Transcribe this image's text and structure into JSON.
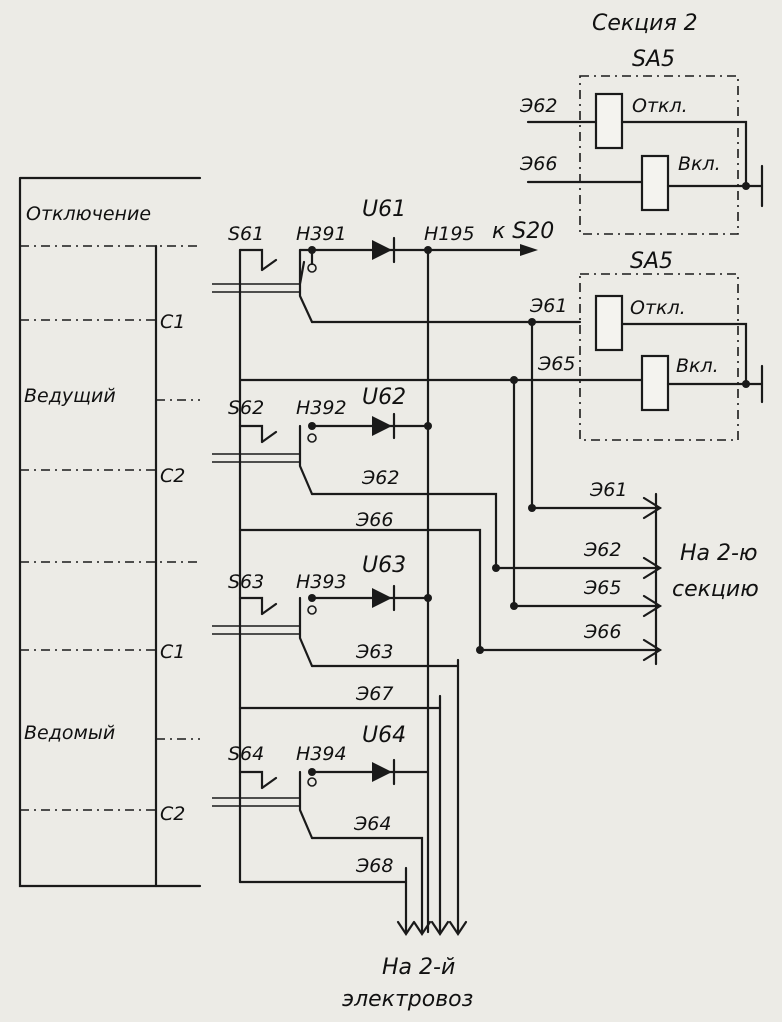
{
  "section2": {
    "title": "Секция 2",
    "switch": "SA5"
  },
  "relays": [
    {
      "label": "SA5",
      "off": "Откл.",
      "on": "Вкл.",
      "wire_off": "Э62",
      "wire_on": "Э66"
    },
    {
      "label": "SA5",
      "off": "Откл.",
      "on": "Вкл.",
      "wire_off": "Э61",
      "wire_on": "Э65"
    }
  ],
  "modes": {
    "disconnect": "Отключение",
    "leading": "Ведущий",
    "driven": "Ведомый"
  },
  "contacts": [
    {
      "switch": "S61",
      "wire": "Н391",
      "diode": "U61",
      "position": "C1"
    },
    {
      "switch": "S62",
      "wire": "Н392",
      "diode": "U62",
      "position": "C2"
    },
    {
      "switch": "S63",
      "wire": "Н393",
      "diode": "U63",
      "position": "C1"
    },
    {
      "switch": "S64",
      "wire": "Н394",
      "diode": "U64",
      "position": "C2"
    }
  ],
  "bus_label": "Н195",
  "to_s20": "к S20",
  "wires_mid": [
    "Э62",
    "Э66",
    "Э63",
    "Э67",
    "Э64",
    "Э68"
  ],
  "right_outputs": [
    "Э61",
    "Э62",
    "Э65",
    "Э66"
  ],
  "right_note": {
    "line1": "На 2-ю",
    "line2": "секцию"
  },
  "bottom_note": {
    "line1": "На 2-й",
    "line2": "электровоз"
  }
}
